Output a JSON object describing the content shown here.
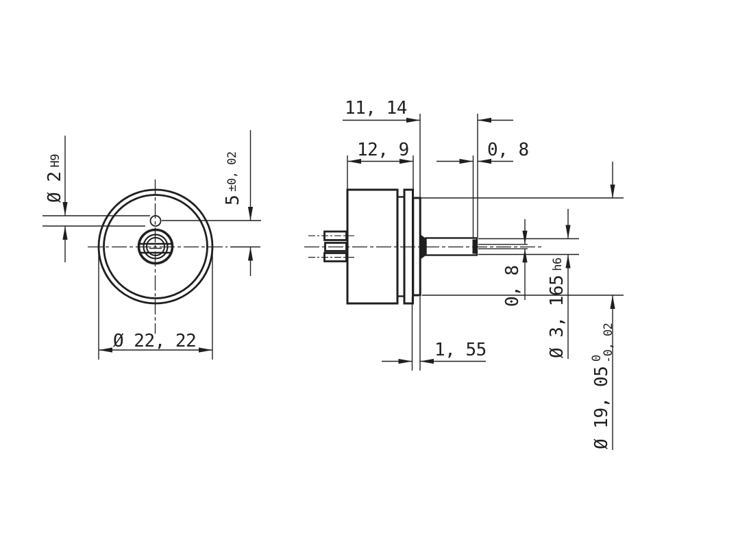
{
  "colors": {
    "background": "#ffffff",
    "line": "#1f1f1f"
  },
  "front_view": {
    "outer_diameter": {
      "value": "Ø 22, 22"
    },
    "pilot_hole_diameter": {
      "value": "Ø 2",
      "tolerance": "H9"
    },
    "pilot_hole_offset": {
      "value": "5",
      "tolerance": "±0, 02"
    }
  },
  "side_view": {
    "shaft_length_from_face": {
      "value": "11, 14"
    },
    "housing_depth": {
      "value": "12, 9"
    },
    "slot_depth": {
      "value": "0, 8"
    },
    "plate_thickness": {
      "value": "1, 55"
    },
    "slot_width": {
      "value": "0, 8"
    },
    "shaft_diameter": {
      "value": "Ø 3, 165",
      "tolerance": "h6"
    },
    "plate_diameter": {
      "value": "Ø 19, 05",
      "tolerance_upper": "0",
      "tolerance_lower": "-0, 02"
    }
  }
}
